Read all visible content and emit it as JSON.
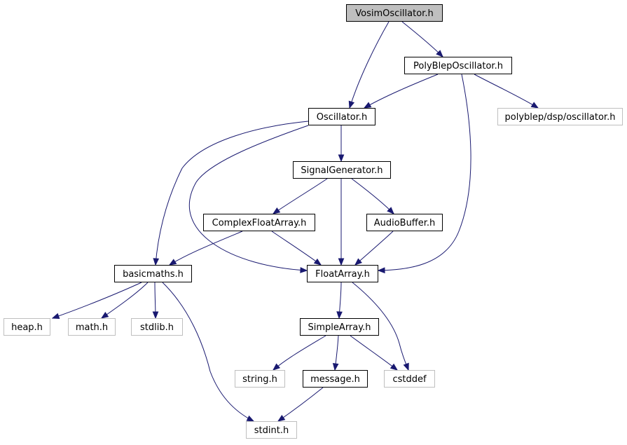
{
  "colors": {
    "background": "#ffffff",
    "edge": "#191970",
    "root_fill": "#bfbfbf",
    "node_border": "#000000",
    "external_border": "#bfbfbf"
  },
  "nodes": [
    {
      "id": "vosim",
      "label": "VosimOscillator.h",
      "kind": "root"
    },
    {
      "id": "polyblep",
      "label": "PolyBlepOscillator.h",
      "kind": "local"
    },
    {
      "id": "oscillator",
      "label": "Oscillator.h",
      "kind": "local"
    },
    {
      "id": "pbdsp",
      "label": "polyblep/dsp/oscillator.h",
      "kind": "external"
    },
    {
      "id": "siggen",
      "label": "SignalGenerator.h",
      "kind": "local"
    },
    {
      "id": "complexfa",
      "label": "ComplexFloatArray.h",
      "kind": "local"
    },
    {
      "id": "audiobuf",
      "label": "AudioBuffer.h",
      "kind": "local"
    },
    {
      "id": "basicmaths",
      "label": "basicmaths.h",
      "kind": "local"
    },
    {
      "id": "floatarray",
      "label": "FloatArray.h",
      "kind": "local"
    },
    {
      "id": "heap",
      "label": "heap.h",
      "kind": "external"
    },
    {
      "id": "math",
      "label": "math.h",
      "kind": "external"
    },
    {
      "id": "stdlib",
      "label": "stdlib.h",
      "kind": "external"
    },
    {
      "id": "simplearray",
      "label": "SimpleArray.h",
      "kind": "local"
    },
    {
      "id": "string",
      "label": "string.h",
      "kind": "external"
    },
    {
      "id": "message",
      "label": "message.h",
      "kind": "local"
    },
    {
      "id": "cstddef",
      "label": "cstddef",
      "kind": "external"
    },
    {
      "id": "stdint",
      "label": "stdint.h",
      "kind": "external"
    }
  ],
  "edges": [
    {
      "from": "vosim",
      "to": "oscillator"
    },
    {
      "from": "vosim",
      "to": "polyblep"
    },
    {
      "from": "polyblep",
      "to": "oscillator"
    },
    {
      "from": "polyblep",
      "to": "floatarray"
    },
    {
      "from": "polyblep",
      "to": "pbdsp"
    },
    {
      "from": "oscillator",
      "to": "basicmaths"
    },
    {
      "from": "oscillator",
      "to": "floatarray"
    },
    {
      "from": "oscillator",
      "to": "siggen"
    },
    {
      "from": "siggen",
      "to": "complexfa"
    },
    {
      "from": "siggen",
      "to": "floatarray"
    },
    {
      "from": "siggen",
      "to": "audiobuf"
    },
    {
      "from": "complexfa",
      "to": "basicmaths"
    },
    {
      "from": "complexfa",
      "to": "floatarray"
    },
    {
      "from": "audiobuf",
      "to": "floatarray"
    },
    {
      "from": "basicmaths",
      "to": "heap"
    },
    {
      "from": "basicmaths",
      "to": "math"
    },
    {
      "from": "basicmaths",
      "to": "stdlib"
    },
    {
      "from": "basicmaths",
      "to": "stdint"
    },
    {
      "from": "floatarray",
      "to": "simplearray"
    },
    {
      "from": "floatarray",
      "to": "cstddef"
    },
    {
      "from": "simplearray",
      "to": "string"
    },
    {
      "from": "simplearray",
      "to": "message"
    },
    {
      "from": "simplearray",
      "to": "cstddef"
    },
    {
      "from": "message",
      "to": "stdint"
    }
  ]
}
